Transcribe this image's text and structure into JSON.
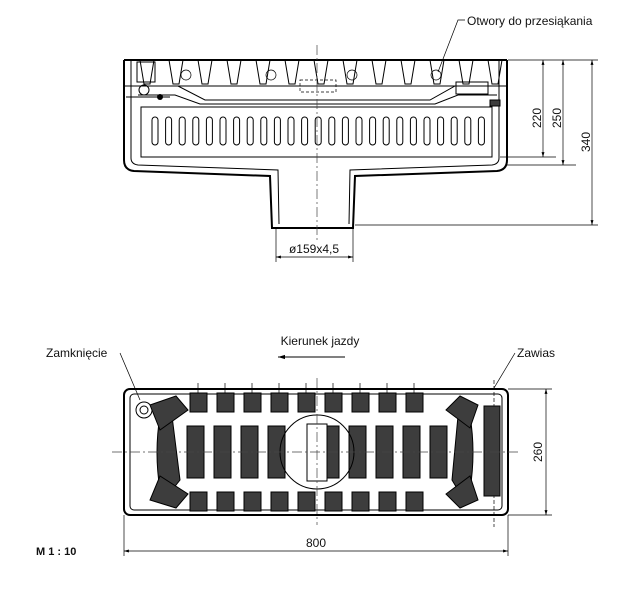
{
  "labels": {
    "seepage_holes": "Otwory do przesiąkania",
    "travel_direction": "Kierunek jazdy",
    "lock": "Zamknięcie",
    "hinge": "Zawias",
    "scale": "M  1 : 10"
  },
  "dimensions": {
    "d220": "220",
    "d250": "250",
    "d340": "340",
    "pipe": "ø159x4,5",
    "d260": "260",
    "d800": "800"
  }
}
